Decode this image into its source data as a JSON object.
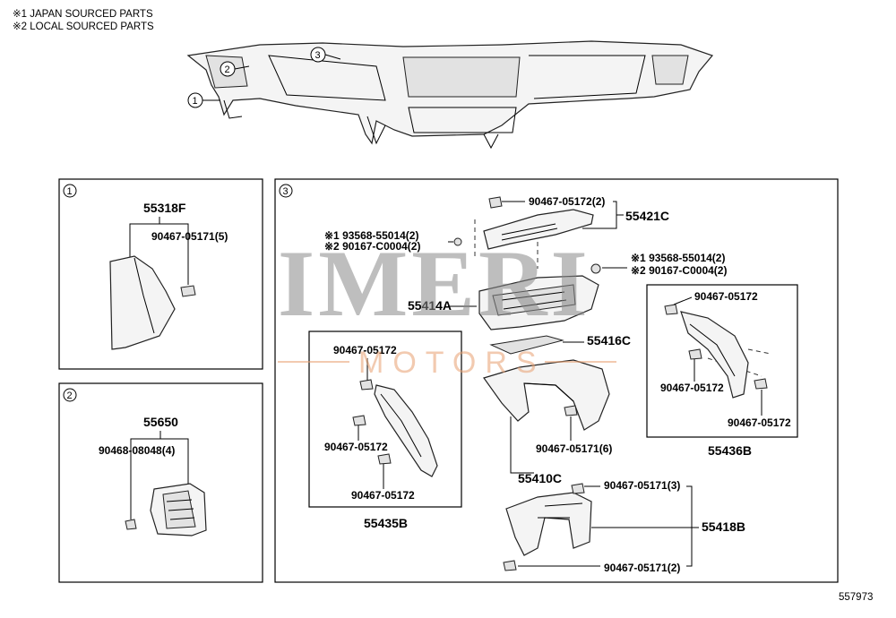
{
  "notes": {
    "line1": "※1 JAPAN SOURCED PARTS",
    "line2": "※2 LOCAL SOURCED PARTS"
  },
  "callouts": {
    "c1": "1",
    "c2": "2",
    "c3": "3"
  },
  "panel1": {
    "badge": "1",
    "part_number": "55318F",
    "clip": "90467-05171(5)"
  },
  "panel2": {
    "badge": "2",
    "part_number": "55650",
    "clip": "90468-08048(4)"
  },
  "panel3": {
    "badge": "3",
    "part_55421C": "55421C",
    "clip_top": "90467-05172(2)",
    "note_left_1": "※1 93568-55014(2)",
    "note_left_2": "※2 90167-C0004(2)",
    "note_right_1": "※1 93568-55014(2)",
    "note_right_2": "※2 90167-C0004(2)",
    "part_55414A": "55414A",
    "part_55416C": "55416C",
    "clip_55410C": "90467-05171(6)",
    "part_55410C": "55410C",
    "sub_55435B": {
      "clip_a": "90467-05172",
      "clip_b": "90467-05172",
      "clip_c": "90467-05172",
      "part_number": "55435B"
    },
    "sub_55436B": {
      "clip_a": "90467-05172",
      "clip_b": "90467-05172",
      "clip_c": "90467-05172",
      "part_number": "55436B"
    },
    "clip_55418B_top": "90467-05171(3)",
    "clip_55418B_bottom": "90467-05171(2)",
    "part_55418B": "55418B"
  },
  "watermark": {
    "brand": "IMERI",
    "sub": "MOTORS"
  },
  "diagram_id": "557973"
}
